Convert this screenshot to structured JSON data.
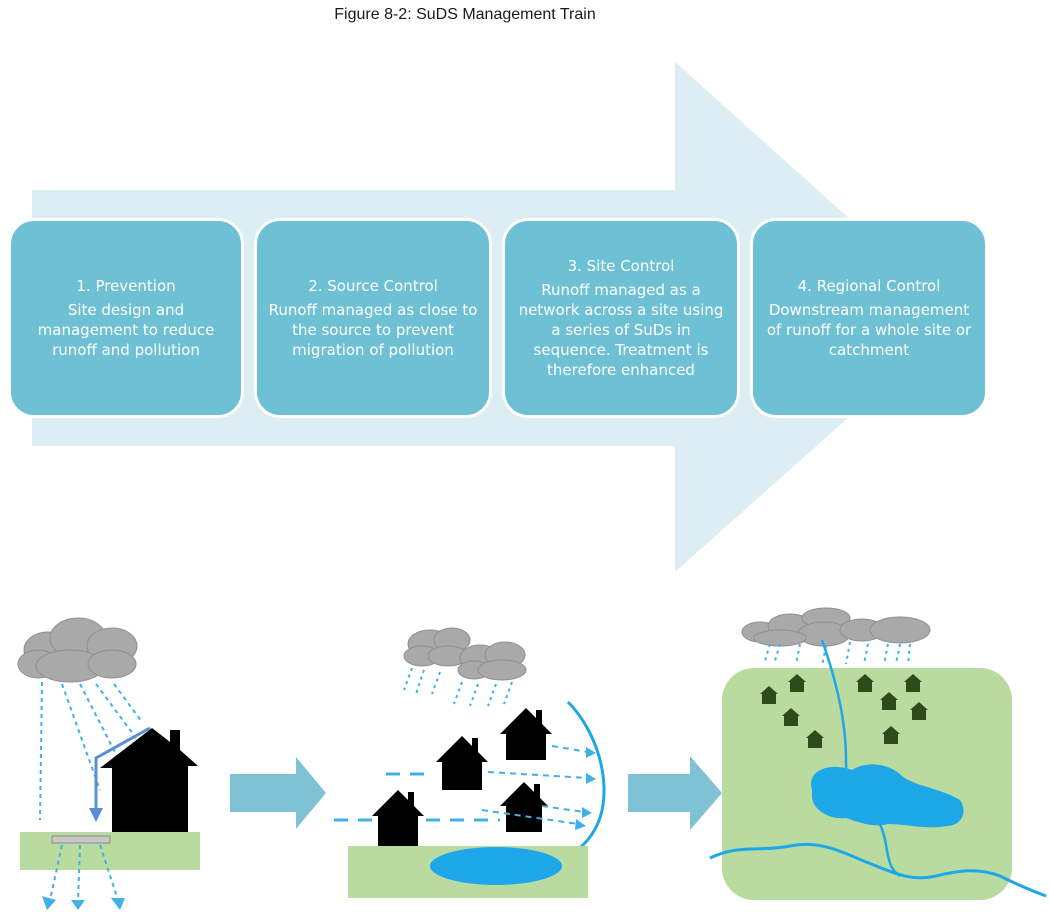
{
  "figure": {
    "title": "Figure 8-2: SuDS Management Train"
  },
  "stages": [
    {
      "title": "1. Prevention",
      "description": "Site design and management to reduce runoff and pollution"
    },
    {
      "title": "2. Source Control",
      "description": "Runoff managed as close to the source to prevent migration of pollution"
    },
    {
      "title": "3. Site Control",
      "description": "Runoff managed as a network across a site using a series of SuDs in sequence. Treatment is therefore enhanced"
    },
    {
      "title": "4. Regional Control",
      "description": "Downstream management of runoff for a whole site or catchment"
    }
  ],
  "colors": {
    "big_arrow": "#dcedf3",
    "stage_box": "#6ec1d4",
    "small_arrow": "#7fc2d6",
    "water": "#1ea7e8",
    "ground": "#b9dba0",
    "cloud": "#a9a9a9",
    "building": "#000000",
    "small_building": "#2f4a1c",
    "rain": "#3fb0e8"
  }
}
